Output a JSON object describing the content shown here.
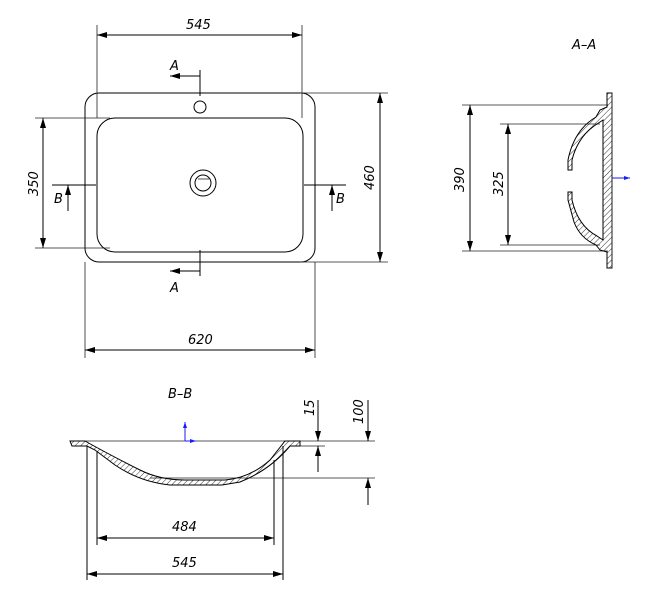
{
  "drawing": {
    "top_view": {
      "dim_width_inner": "545",
      "dim_width_outer": "620",
      "dim_height_outer": "460",
      "dim_height_inner": "350",
      "section_a_top": "A",
      "section_a_bottom": "A",
      "section_b_left": "B",
      "section_b_right": "B"
    },
    "section_aa": {
      "title": "A–A",
      "dim_outer": "390",
      "dim_inner": "325"
    },
    "section_bb": {
      "title": "B–B",
      "dim_flange": "15",
      "dim_depth": "100",
      "dim_inner": "484",
      "dim_outer": "545"
    },
    "colors": {
      "line": "#000000",
      "axis_marker": "#1a1aff"
    }
  }
}
